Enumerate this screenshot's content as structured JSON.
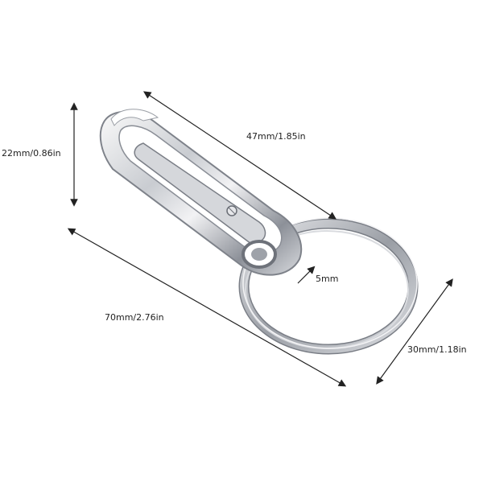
{
  "dimensions": {
    "height_hook": "22mm/0.86in",
    "length_hook": "47mm/1.85in",
    "ring_gap": "5mm",
    "total_length": "70mm/2.76in",
    "ring_diameter": "30mm/1.18in"
  },
  "colors": {
    "background": "#ffffff",
    "metal_light": "#f4f4f6",
    "metal_mid": "#b9bcc2",
    "metal_dark": "#6e727a",
    "arrow": "#222222"
  }
}
